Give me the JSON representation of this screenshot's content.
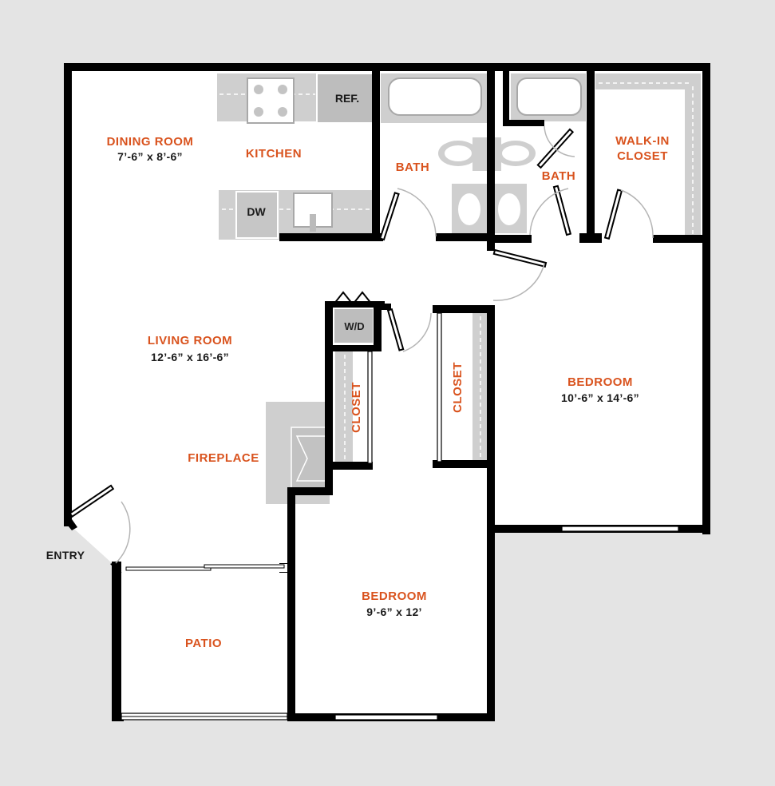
{
  "rooms": {
    "dining": {
      "name": "DINING ROOM",
      "dims": "7’-6” x 8’-6”"
    },
    "kitchen": {
      "name": "KITCHEN"
    },
    "living": {
      "name": "LIVING ROOM",
      "dims": "12’-6” x 16’-6”"
    },
    "fireplace": {
      "name": "FIREPLACE"
    },
    "bath1": {
      "name": "BATH"
    },
    "bath2": {
      "name": "BATH"
    },
    "walkin": {
      "line1": "WALK-IN",
      "line2": "CLOSET"
    },
    "bedroom_large": {
      "name": "BEDROOM",
      "dims": "10’-6” x 14’-6”"
    },
    "bedroom_small": {
      "name": "BEDROOM",
      "dims": "9’-6” x 12’"
    },
    "closet_left": {
      "name": "CLOSET"
    },
    "closet_right": {
      "name": "CLOSET"
    },
    "patio": {
      "name": "PATIO"
    }
  },
  "appliances": {
    "refrigerator": "REF.",
    "dishwasher": "DW",
    "washer_dryer": "W/D"
  },
  "entry_label": "ENTRY",
  "colors": {
    "room_label": "#d9531e",
    "dimension_text": "#1a1a1a",
    "wall": "#000000",
    "fixture": "#cfcfcf",
    "exterior": "#e4e4e4"
  }
}
